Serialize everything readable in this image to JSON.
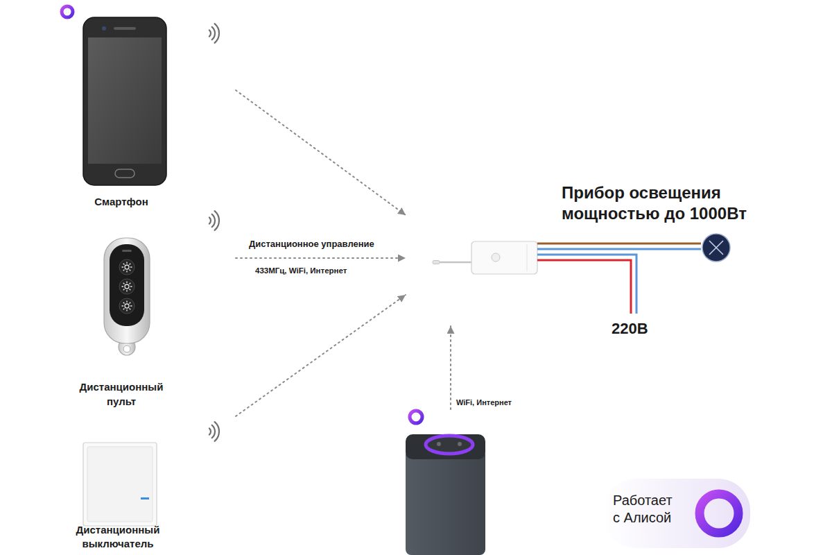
{
  "diagram": {
    "nodes": [
      {
        "text": [
          "Смартфон"
        ]
      },
      {
        "text": [
          "Дистанционный пульт"
        ]
      },
      {
        "text": [
          "Дистанционный выключатель"
        ]
      },
      {
        "text": []
      },
      {
        "text": [
          "Прибор освещения мощностью до 1000Вт"
        ]
      },
      {
        "text": []
      },
      {
        "text": [
          "Работает с Алисой"
        ]
      }
    ],
    "edges": [
      {
        "from": 0,
        "to": 3,
        "arrow": "to"
      },
      {
        "from": 1,
        "to": 3,
        "label": "Дистанционное управление",
        "arrow": "to"
      },
      {
        "from": 2,
        "to": 3,
        "arrow": "to"
      },
      {
        "from": 5,
        "to": 3,
        "label": "WiFi, Интернет",
        "arrow": "to"
      },
      {
        "from": 3,
        "to": 4,
        "arrow": "none"
      },
      {
        "from": 3,
        "to": 4,
        "arrow": "none"
      }
    ],
    "labels": [
      "433МГц, WiFi, Интернет",
      "220В"
    ]
  }
}
